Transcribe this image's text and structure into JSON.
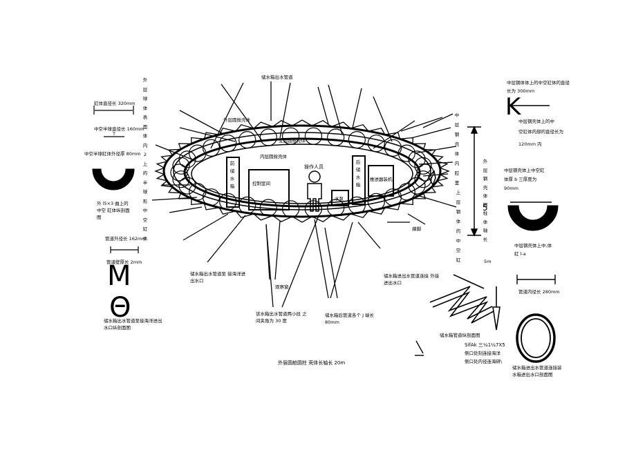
{
  "labels": {
    "top_pipe": "储水箱出水管道",
    "outer_ring": "外层圆舱壳体",
    "main_hull": "主层圆舱壳体",
    "inner_hull": "内层圆舱壳体",
    "front_tank": "前储水箱",
    "control_room": "控制室间",
    "operator": "操作人员",
    "rear_tank": "后储水箱",
    "water_pump": "水泵",
    "thruster": "推进器装机",
    "strut": "撑脚",
    "window": "观察窗",
    "outer_length": "外层圆舱圆柱 壳体长轴长 20m",
    "tank_pipe_left": "储水箱出水管道至 接海洋进出水口",
    "tank_pipe_angle": "该水箱出水管道两小段 之间夹角为 30 度",
    "tank_pipe_section": "储水箱后管道各个 J 端长 80mm",
    "tank_pipe_right": "储水箱进出水管道连接 外接进出水口",
    "tank_pipe_section_view": "储水箱管道纵剖面图",
    "tank_pipe_ring_view": "储水箱进出水管道连接装 水箱进出水口剖面图",
    "left_dia_320": "缸体直径长 320mm",
    "left_dia_160": "中空半球直径长 160mm",
    "left_T": "T",
    "left_outer_80": "中空半球缸体外径厚 80mm",
    "left_hemi_caption": "外 l5×3 曲上的中空 缸体纵剖面图",
    "left_vertical": "外层球体表面体内2上的半球形中空缸体",
    "pipe_162": "管道外径长 162mm",
    "pipe_2mm": "管道壁厚长 2mm",
    "big_M": "M",
    "big_theta": "Θ",
    "pipe_caption_left": "储水箱出水管道至接海洋进出 水口纵剖面图",
    "right_top_line1": "中层钢体体上的中空缸体的直径",
    "right_top_line2": "长为 300mm",
    "right_K": "K",
    "right_mid_line1": "中层钢壳体上的中",
    "right_mid_line2": "空缸体内部的直径长为",
    "right_mid_line3": "120mm 内",
    "right_vertical_a": "中层钢壳体内腔里",
    "right_vertical_b": "上层钢体的中空缸",
    "right_thick_line1": "中层钢壳体上中空缸",
    "right_thick_line2": "体厚 b 三厚度为",
    "right_thick_line3": "90mm",
    "right_hemi_caption1": "中层钢壳体上中,体",
    "right_hemi_caption2": "缸 l-a",
    "right_vertical_c": "外层钢壳体圆柱体轴长",
    "dim_5": "5",
    "dim_5m": "5m",
    "pipe_inner_280": "管道内径长 280mm",
    "sifak": "SifAk 三¼1¼7X5",
    "sifak_line2": "侧口处刻连接海洋",
    "sifak_line3": "侧口处内径连海研\\"
  },
  "colors": {
    "ink": "#000000",
    "paper": "#ffffff"
  }
}
